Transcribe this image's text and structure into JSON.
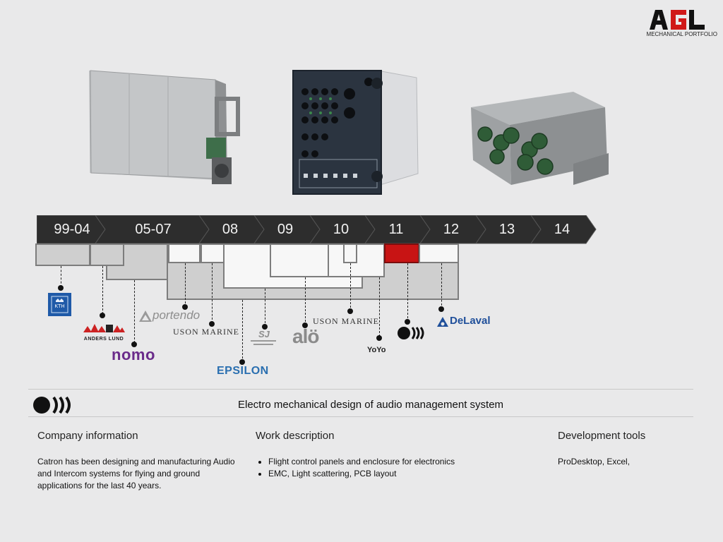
{
  "logo": {
    "letters": "AGL",
    "subtitle": "MECHANICAL PORTFOLIO"
  },
  "timeline": {
    "years": [
      "99-04",
      "05-07",
      "08",
      "09",
      "10",
      "11",
      "12",
      "13",
      "14"
    ]
  },
  "clients": {
    "kth": "KTH",
    "anders_lund": "ANDERS LUND",
    "nomo": "nomo",
    "portendo": "portendo",
    "uson_marine_1": "USON MARINE",
    "epsilon": "EPSILON",
    "sj": "SJ",
    "alo": "alö",
    "uson_marine_2": "USON MARINE",
    "yoyo": "YoYo",
    "delaval": "DeLaval"
  },
  "project": {
    "subtitle": "Electro mechanical design of audio management system"
  },
  "columns": {
    "company": {
      "heading": "Company information",
      "text": "Catron has been designing and manufacturing Audio and Intercom systems for flying and ground applications for the last 40 years."
    },
    "work": {
      "heading": "Work description",
      "items": [
        "Flight control panels and enclosure for electronics",
        "EMC, Light scattering, PCB layout"
      ]
    },
    "tools": {
      "heading": "Development tools",
      "text": "ProDesktop, Excel,"
    }
  },
  "colors": {
    "timeline": "#2d2d2d",
    "highlight": "#c81414",
    "background": "#e9e9ea"
  }
}
